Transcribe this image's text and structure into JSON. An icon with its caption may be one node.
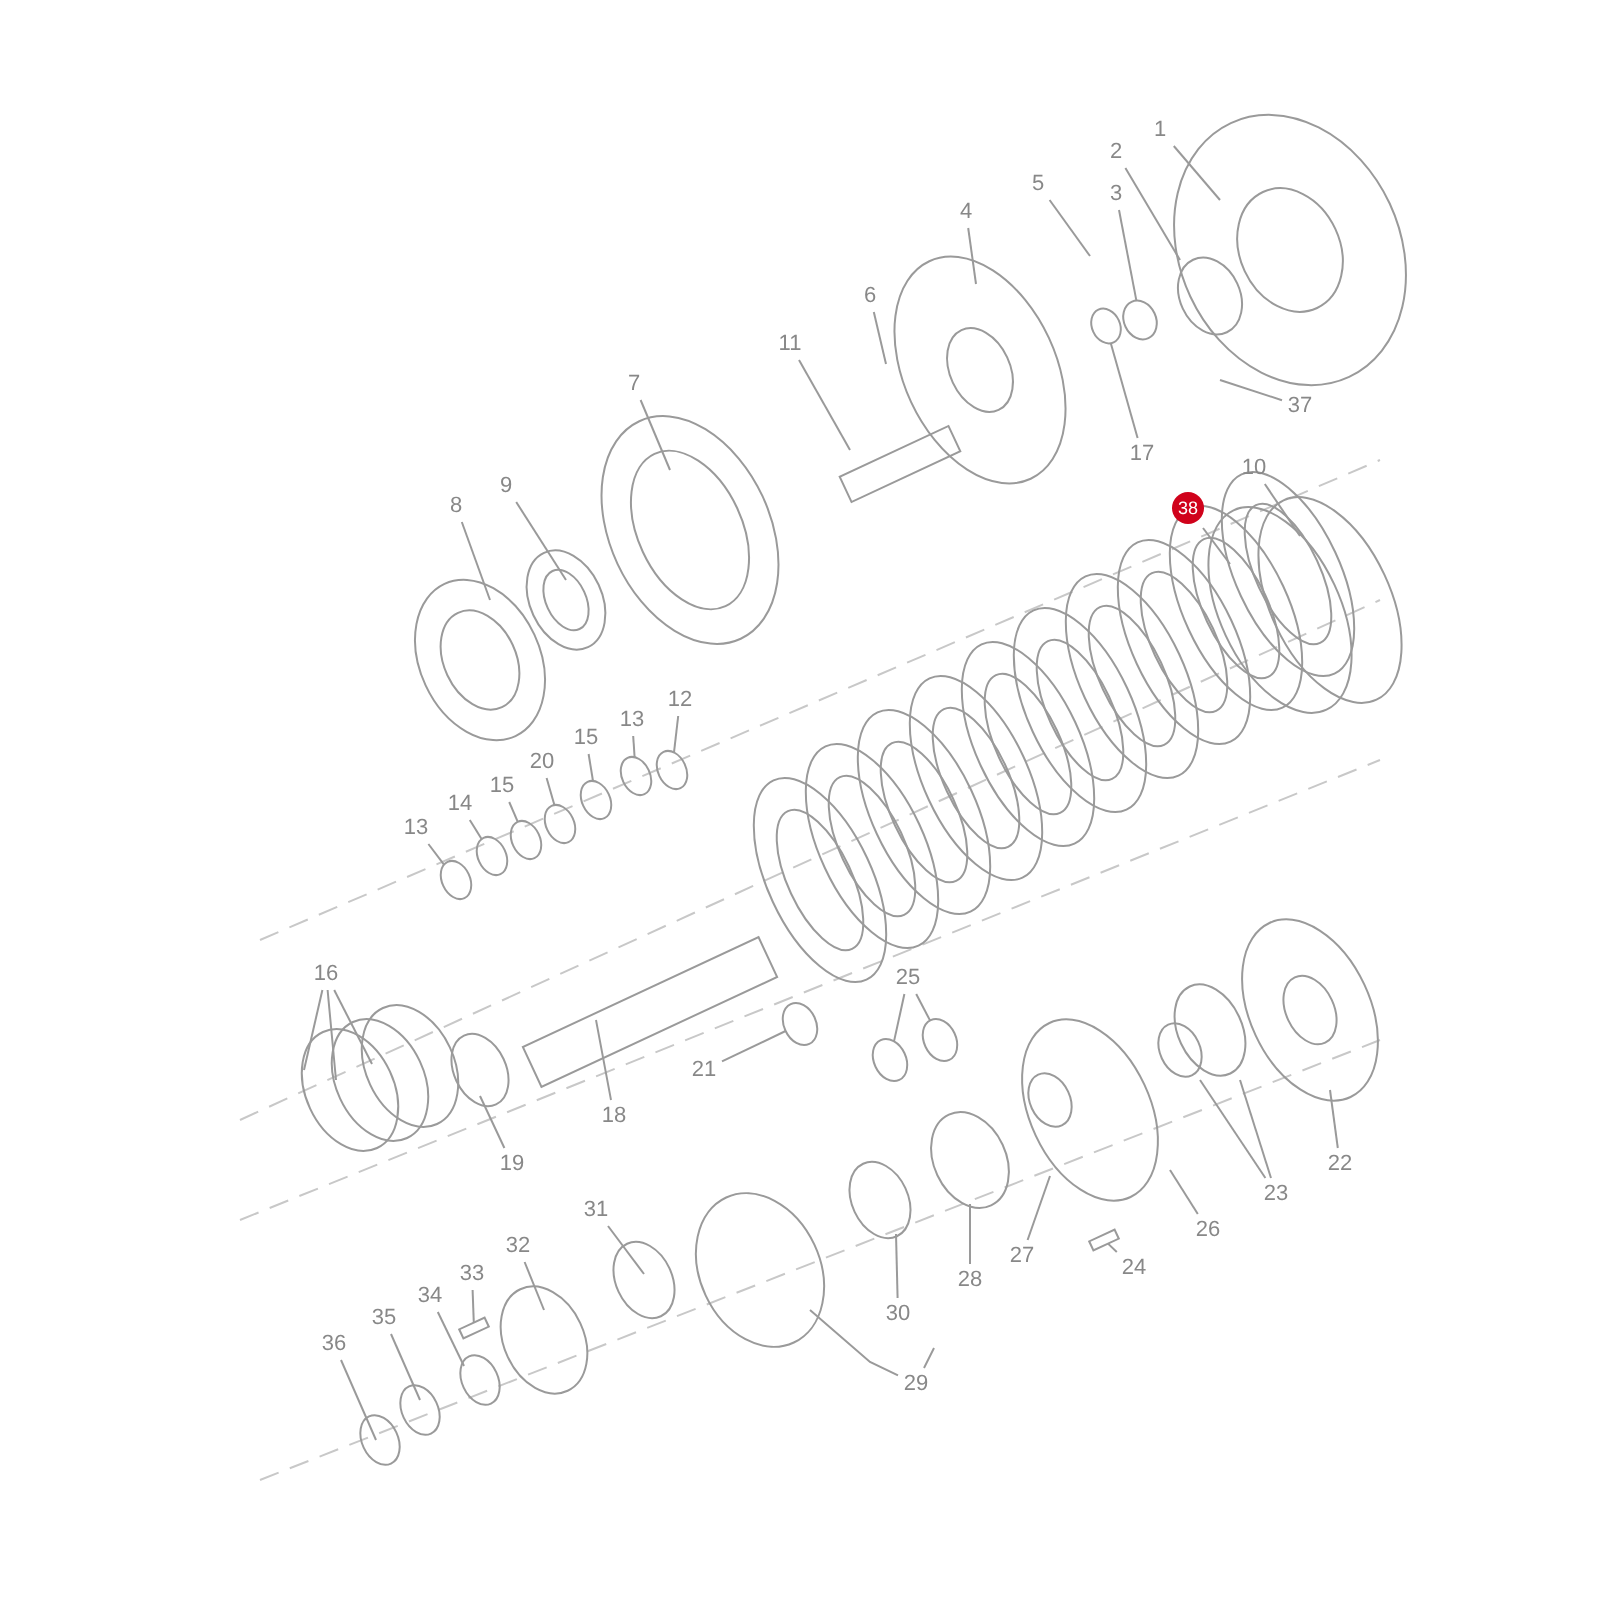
{
  "diagram": {
    "nodes": [
      {
        "text": [
          "1"
        ]
      },
      {
        "text": [
          "2"
        ]
      },
      {
        "text": [
          "5"
        ]
      },
      {
        "text": [
          "3"
        ]
      },
      {
        "text": [
          "4"
        ]
      },
      {
        "text": [
          "6"
        ]
      },
      {
        "text": [
          "11"
        ]
      },
      {
        "text": [
          "7"
        ]
      },
      {
        "text": [
          "37"
        ]
      },
      {
        "text": [
          "17"
        ]
      },
      {
        "text": [
          "10"
        ]
      },
      {
        "text": [
          "9"
        ]
      },
      {
        "text": [
          "8"
        ]
      },
      {
        "text": [
          "38"
        ]
      },
      {
        "text": [
          "12"
        ]
      },
      {
        "text": [
          "13"
        ]
      },
      {
        "text": [
          "15"
        ]
      },
      {
        "text": [
          "20"
        ]
      },
      {
        "text": [
          "15"
        ]
      },
      {
        "text": [
          "14"
        ]
      },
      {
        "text": [
          "13"
        ]
      },
      {
        "text": [
          "16"
        ]
      },
      {
        "text": [
          "25"
        ]
      },
      {
        "text": [
          "21"
        ]
      },
      {
        "text": [
          "18"
        ]
      },
      {
        "text": [
          "22"
        ]
      },
      {
        "text": [
          "19"
        ]
      },
      {
        "text": [
          "23"
        ]
      },
      {
        "text": [
          "31"
        ]
      },
      {
        "text": [
          "26"
        ]
      },
      {
        "text": [
          "32"
        ]
      },
      {
        "text": [
          "27"
        ]
      },
      {
        "text": [
          "24"
        ]
      },
      {
        "text": [
          "33"
        ]
      },
      {
        "text": [
          "28"
        ]
      },
      {
        "text": [
          "34"
        ]
      },
      {
        "text": [
          "30"
        ]
      },
      {
        "text": [
          "35"
        ]
      },
      {
        "text": [
          "36"
        ]
      },
      {
        "text": [
          "29"
        ]
      },
      {
        "text": [],
        "shape": "circle"
      },
      {
        "text": [],
        "shape": "circle"
      },
      {
        "text": [],
        "shape": "circle"
      },
      {
        "text": [],
        "shape": "circle"
      },
      {
        "text": [],
        "shape": "circle"
      },
      {
        "text": [],
        "shape": "circle"
      },
      {
        "text": [],
        "shape": "circle"
      },
      {
        "text": [],
        "shape": "circle"
      },
      {
        "text": [],
        "shape": "circle"
      },
      {
        "text": [],
        "shape": "circle"
      },
      {
        "text": [],
        "shape": "circle"
      },
      {
        "text": [],
        "shape": "circle"
      },
      {
        "text": [],
        "shape": "box"
      },
      {
        "text": [],
        "shape": "box"
      }
    ],
    "edges": [
      {
        "from": 0,
        "to": null,
        "arrow": "none"
      },
      {
        "from": 1,
        "to": null,
        "arrow": "none"
      },
      {
        "from": 2,
        "to": null,
        "arrow": "none"
      },
      {
        "from": 3,
        "to": 40,
        "arrow": "none"
      },
      {
        "from": 4,
        "to": null,
        "arrow": "none"
      },
      {
        "from": 5,
        "to": null,
        "arrow": "none"
      },
      {
        "from": 6,
        "to": null,
        "arrow": "none"
      },
      {
        "from": 7,
        "to": null,
        "arrow": "none"
      },
      {
        "from": 8,
        "to": null,
        "arrow": "none"
      },
      {
        "from": 9,
        "to": 41,
        "arrow": "none"
      },
      {
        "from": 10,
        "to": null,
        "arrow": "none"
      },
      {
        "from": 11,
        "to": null,
        "arrow": "none"
      },
      {
        "from": 12,
        "to": null,
        "arrow": "none"
      },
      {
        "from": 13,
        "to": null,
        "arrow": "none"
      },
      {
        "from": 14,
        "to": 48,
        "arrow": "none"
      },
      {
        "from": 15,
        "to": 47,
        "arrow": "none"
      },
      {
        "from": 16,
        "to": 46,
        "arrow": "none"
      },
      {
        "from": 17,
        "to": 45,
        "arrow": "none"
      },
      {
        "from": 18,
        "to": 44,
        "arrow": "none"
      },
      {
        "from": 19,
        "to": 43,
        "arrow": "none"
      },
      {
        "from": 20,
        "to": 42,
        "arrow": "none"
      },
      {
        "from": 21,
        "to": null,
        "arrow": "none"
      },
      {
        "from": 21,
        "to": null,
        "arrow": "none"
      },
      {
        "from": 21,
        "to": null,
        "arrow": "none"
      },
      {
        "from": 22,
        "to": 49,
        "arrow": "none"
      },
      {
        "from": 22,
        "to": 50,
        "arrow": "none"
      },
      {
        "from": 23,
        "to": 51,
        "arrow": "none"
      },
      {
        "from": 24,
        "to": null,
        "arrow": "none"
      },
      {
        "from": 25,
        "to": null,
        "arrow": "none"
      },
      {
        "from": 26,
        "to": null,
        "arrow": "none"
      },
      {
        "from": 27,
        "to": null,
        "arrow": "none"
      },
      {
        "from": 27,
        "to": null,
        "arrow": "none"
      },
      {
        "from": 28,
        "to": null,
        "arrow": "none"
      },
      {
        "from": 29,
        "to": null,
        "arrow": "none"
      },
      {
        "from": 30,
        "to": null,
        "arrow": "none"
      },
      {
        "from": 31,
        "to": null,
        "arrow": "none"
      },
      {
        "from": 32,
        "to": 52,
        "arrow": "none"
      },
      {
        "from": 33,
        "to": 53,
        "arrow": "none"
      },
      {
        "from": 34,
        "to": null,
        "arrow": "none"
      },
      {
        "from": 35,
        "to": null,
        "arrow": "none"
      },
      {
        "from": 36,
        "to": null,
        "arrow": "none"
      },
      {
        "from": 37,
        "to": null,
        "arrow": "none"
      },
      {
        "from": 38,
        "to": null,
        "arrow": "none"
      },
      {
        "from": 39,
        "to": null,
        "arrow": "none"
      },
      {
        "from": 39,
        "to": null,
        "arrow": "none"
      }
    ]
  }
}
